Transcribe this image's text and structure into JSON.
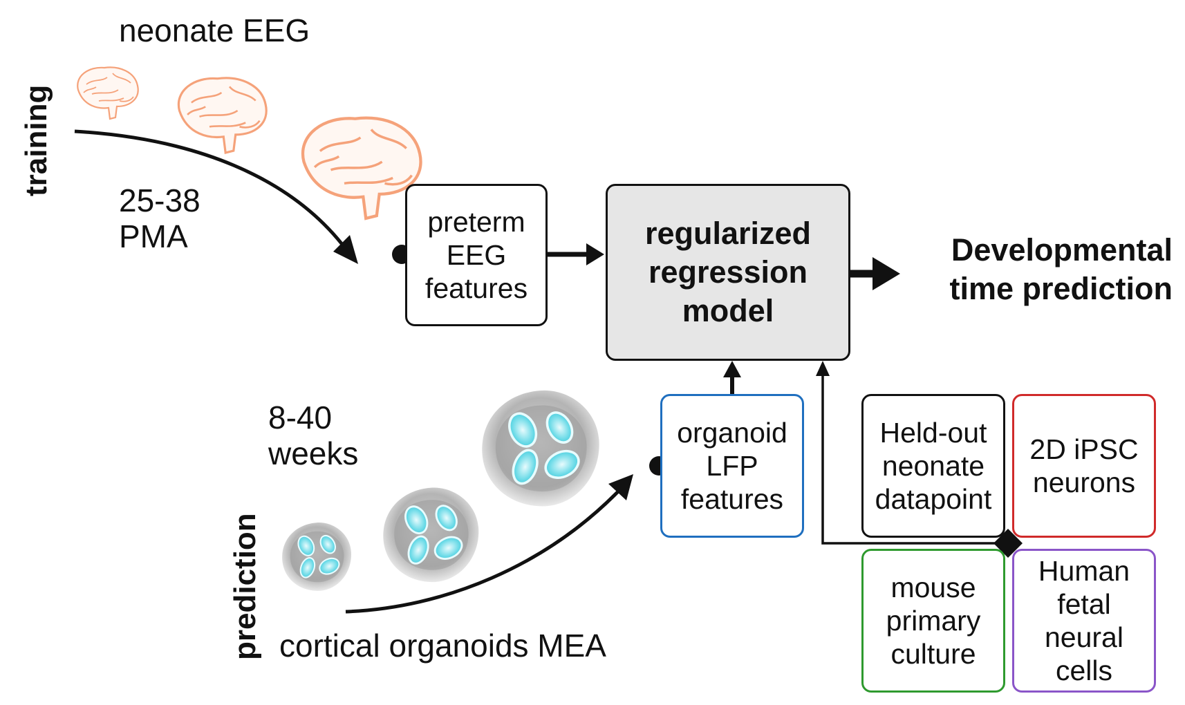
{
  "training": {
    "side_label": "training",
    "source_label": "neonate EEG",
    "age_range": "25-38\nPMA"
  },
  "prediction": {
    "side_label": "prediction",
    "source_label": "cortical organoids MEA",
    "age_range": "8-40\nweeks"
  },
  "boxes": {
    "eeg_features": "preterm\nEEG\nfeatures",
    "model": "regularized\nregression\nmodel",
    "output": "Developmental\ntime prediction",
    "lfp_features": "organoid\nLFP\nfeatures",
    "held_out": "Held-out\nneonate\ndatapoint",
    "ipsc": "2D iPSC\nneurons",
    "mouse": "mouse\nprimary\nculture",
    "fetal": "Human\nfetal\nneural\ncells"
  },
  "colors": {
    "brain_outline": "#f5a27a",
    "organoid_shell": "#a8a8a8",
    "organoid_core": "#5fd8e6",
    "lfp_border": "#1f6fbf",
    "ipsc_border": "#d02a2a",
    "mouse_border": "#2e9a2e",
    "fetal_border": "#8a55c8",
    "model_fill": "#e6e6e6"
  }
}
